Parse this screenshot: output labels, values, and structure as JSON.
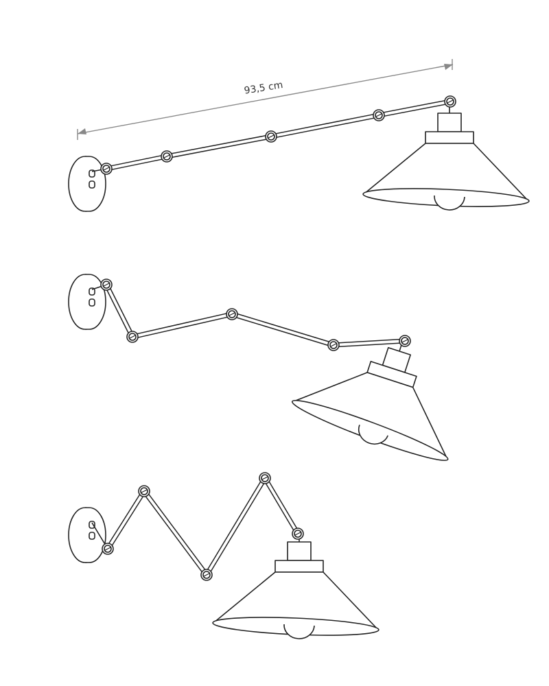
{
  "dimension": {
    "label": "93,5 cm"
  },
  "configurations": [
    "extended",
    "partially-folded",
    "zigzag-folded"
  ]
}
